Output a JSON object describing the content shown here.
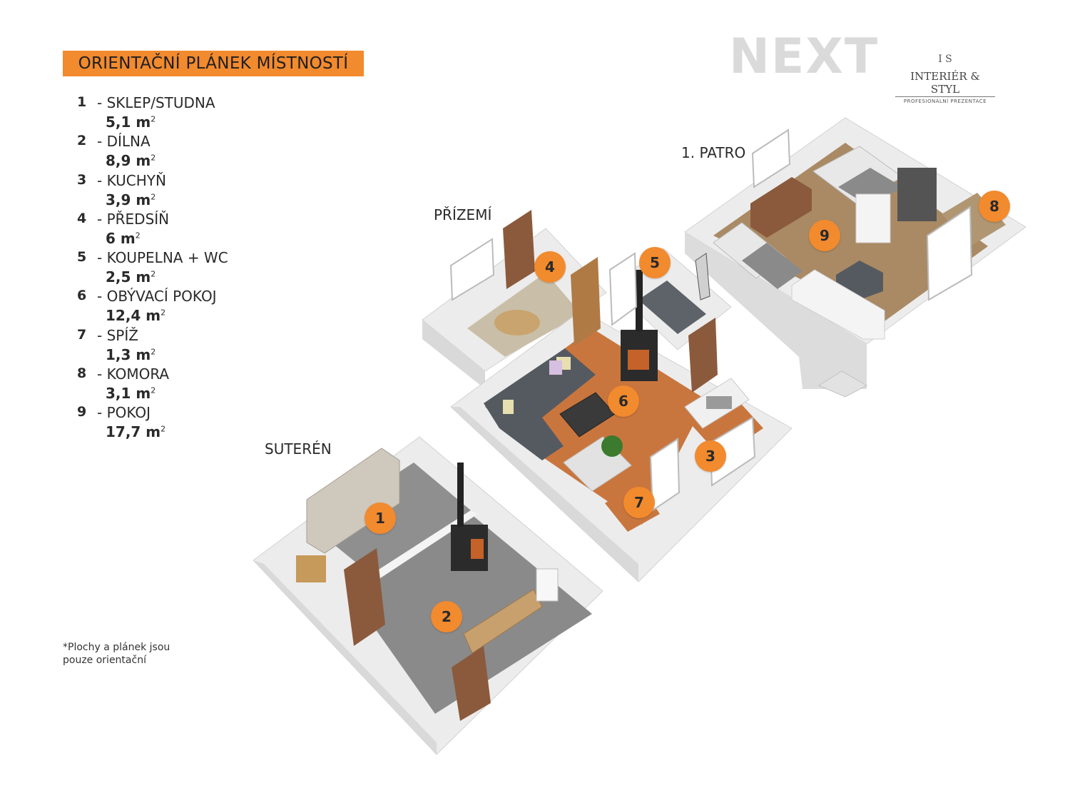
{
  "title": "ORIENTAČNÍ PLÁNEK MÍSTNOSTÍ",
  "legend": [
    {
      "num": "1",
      "name": "- SKLEP/STUDNA",
      "area": "5,1 m",
      "sup": "2"
    },
    {
      "num": "2",
      "name": "- DÍLNA",
      "area": "8,9 m",
      "sup": "2"
    },
    {
      "num": "3",
      "name": "- KUCHYŇ",
      "area": "3,9 m",
      "sup": "2"
    },
    {
      "num": "4",
      "name": "- PŘEDSÍŇ",
      "area": "6 m",
      "sup": "2"
    },
    {
      "num": "5",
      "name": "- KOUPELNA + WC",
      "area": "2,5 m",
      "sup": "2"
    },
    {
      "num": "6",
      "name": "- OBÝVACÍ POKOJ",
      "area": "12,4 m",
      "sup": "2"
    },
    {
      "num": "7",
      "name": "- SPÍŽ",
      "area": "1,3 m",
      "sup": "2"
    },
    {
      "num": "8",
      "name": "- KOMORA",
      "area": "3,1 m",
      "sup": "2"
    },
    {
      "num": "9",
      "name": "- POKOJ",
      "area": "17,7 m",
      "sup": "2"
    }
  ],
  "floors": {
    "suteren": "SUTERÉN",
    "prizemi": "PŘÍZEMÍ",
    "patro": "1. PATRO"
  },
  "markers": [
    "1",
    "2",
    "3",
    "4",
    "5",
    "6",
    "7",
    "8",
    "9"
  ],
  "note": "*Plochy  a plánek jsou pouze orientační",
  "logos": {
    "next": "NEXT",
    "is_rings": "I S",
    "is_name": "INTERIÉR & STYL",
    "is_sub": "PROFESIONÁLNÍ PREZENTACE"
  },
  "colors": {
    "accent": "#f28a2e",
    "wall": "#e4e4e4",
    "floor_tile": "#c9763e",
    "floor_wood": "#a98a64",
    "floor_stone": "#8e8e8e"
  }
}
